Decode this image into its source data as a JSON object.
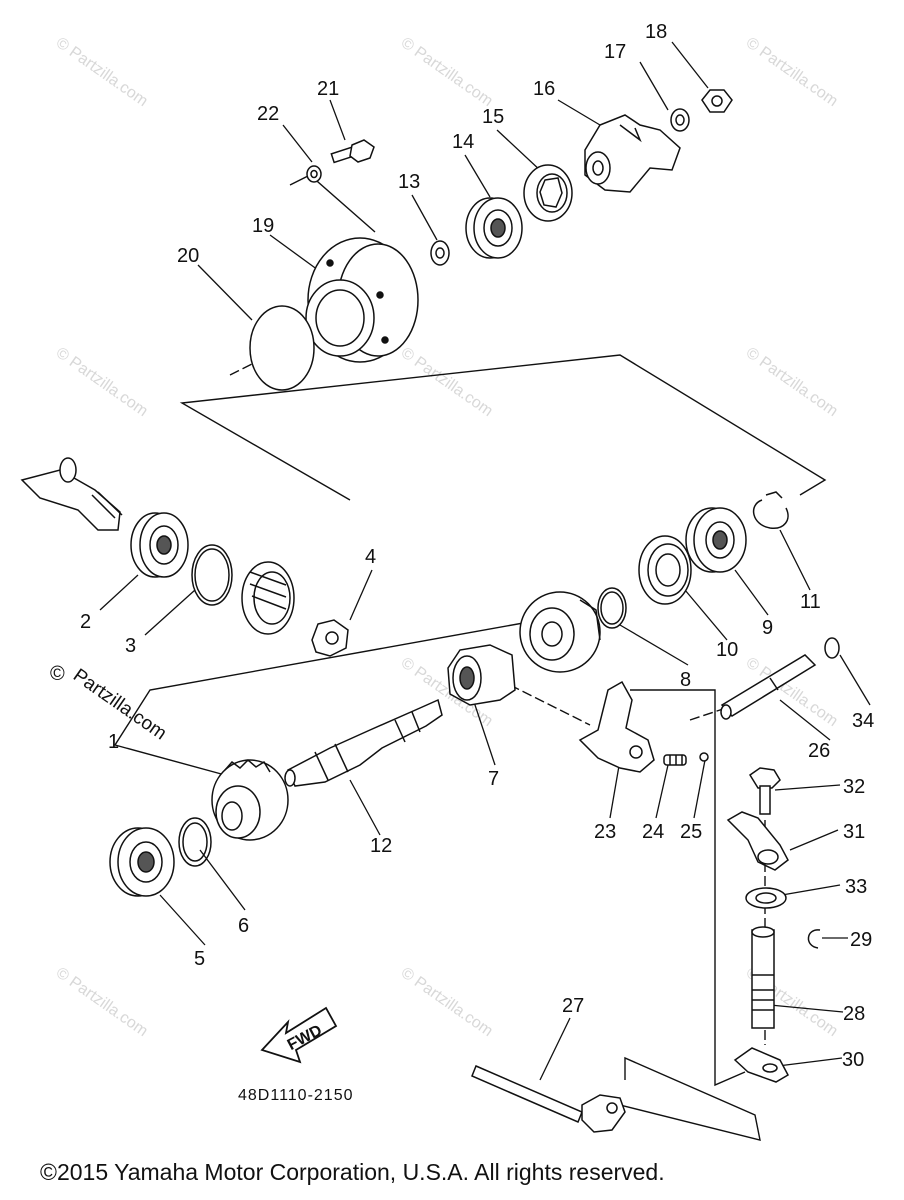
{
  "diagram": {
    "callouts": [
      "1",
      "2",
      "3",
      "4",
      "5",
      "6",
      "7",
      "8",
      "9",
      "10",
      "11",
      "12",
      "13",
      "14",
      "15",
      "16",
      "17",
      "18",
      "19",
      "20",
      "21",
      "22",
      "23",
      "24",
      "25",
      "26",
      "27",
      "28",
      "29",
      "30",
      "31",
      "32",
      "33",
      "34"
    ],
    "direction_label": "FWD",
    "drawing_code": "48D1110-2150",
    "watermark": "© Partzilla.com",
    "watermark_brand": "Partzilla.com",
    "copyright": "©2015 Yamaha Motor Corporation, U.S.A. All rights reserved."
  }
}
